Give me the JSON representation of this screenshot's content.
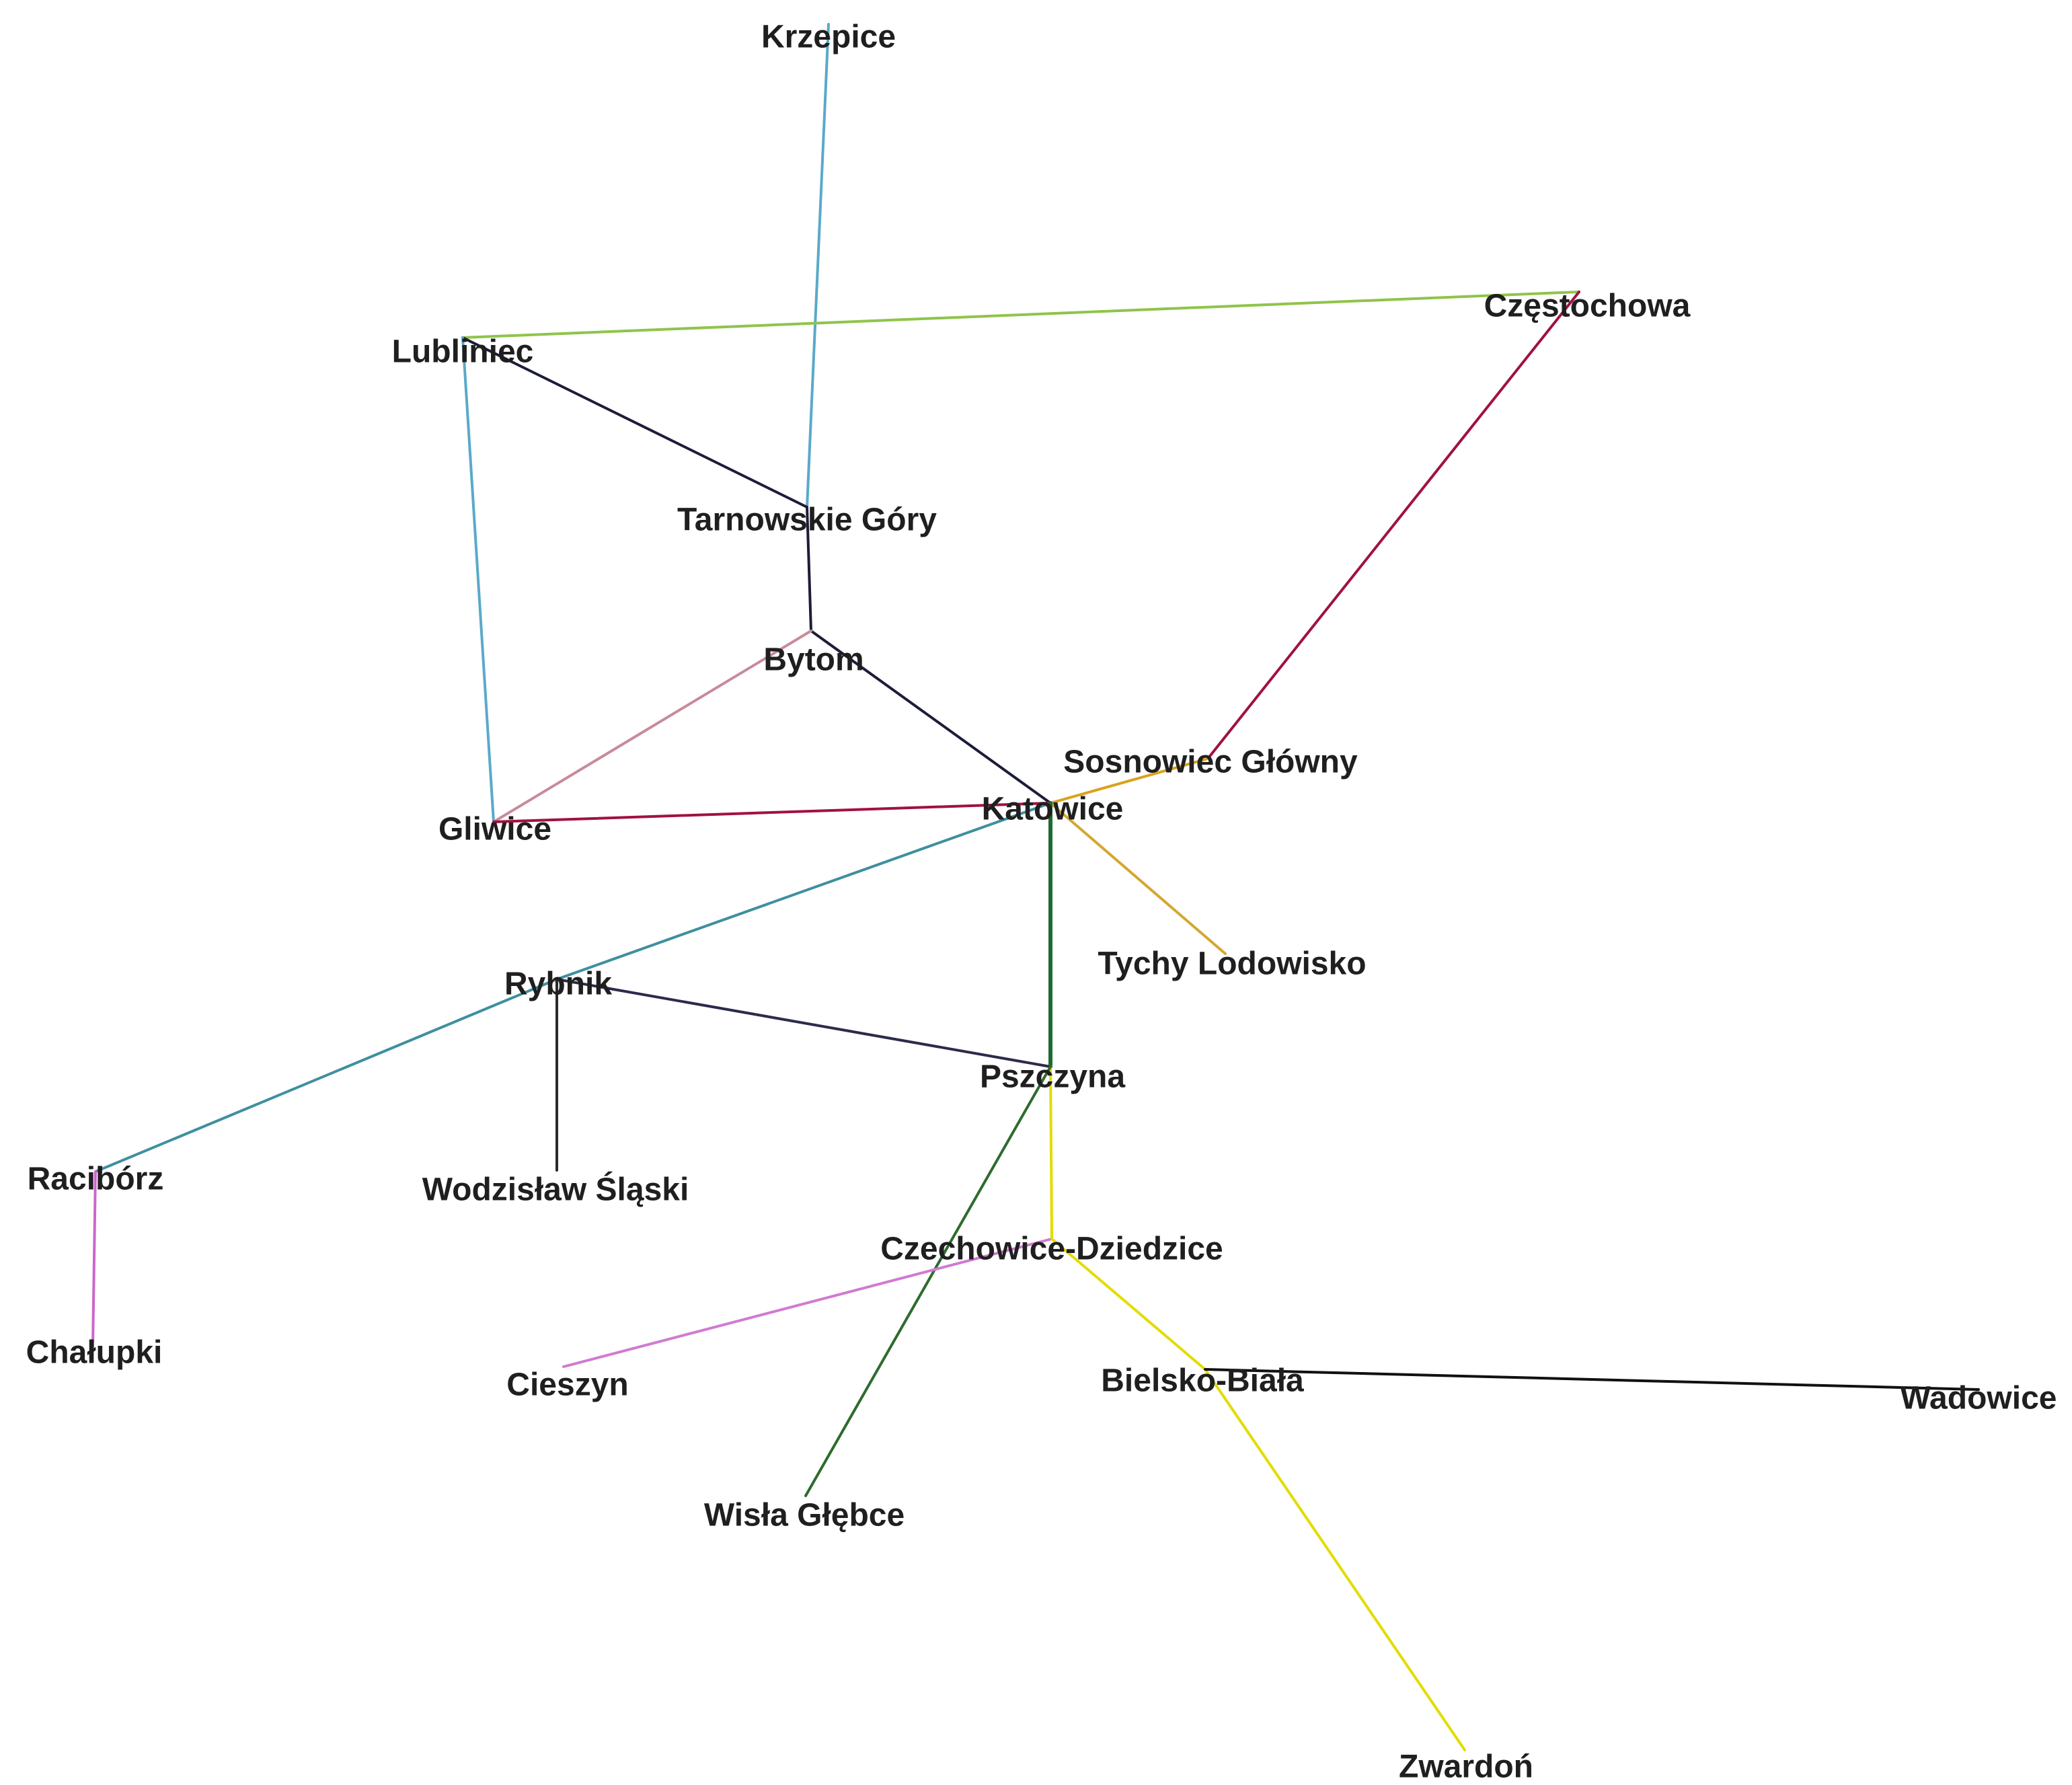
{
  "stations": [
    {
      "id": "krzepice",
      "label": "Krzepice"
    },
    {
      "id": "czestochowa",
      "label": "Częstochowa"
    },
    {
      "id": "lubliniec",
      "label": "Lubliniec"
    },
    {
      "id": "tarnowskie_gory",
      "label": "Tarnowskie Góry"
    },
    {
      "id": "bytom",
      "label": "Bytom"
    },
    {
      "id": "sosnowiec",
      "label": "Sosnowiec Główny"
    },
    {
      "id": "katowice",
      "label": "Katowice"
    },
    {
      "id": "gliwice",
      "label": "Gliwice"
    },
    {
      "id": "tychy",
      "label": "Tychy Lodowisko"
    },
    {
      "id": "rybnik",
      "label": "Rybnik"
    },
    {
      "id": "pszczyna",
      "label": "Pszczyna"
    },
    {
      "id": "raciborz",
      "label": "Racibórz"
    },
    {
      "id": "wodzislaw",
      "label": "Wodzisław Śląski"
    },
    {
      "id": "czechowice",
      "label": "Czechowice-Dziedzice"
    },
    {
      "id": "chalupki",
      "label": "Chałupki"
    },
    {
      "id": "cieszyn",
      "label": "Cieszyn"
    },
    {
      "id": "bielsko",
      "label": "Bielsko-Biała"
    },
    {
      "id": "wadowice",
      "label": "Wadowice"
    },
    {
      "id": "wisla",
      "label": "Wisła Głębce"
    },
    {
      "id": "zwardon",
      "label": "Zwardoń"
    }
  ],
  "links": [
    {
      "from": "krzepice",
      "to": "tarnowskie_gory",
      "color": "#5aa9c9"
    },
    {
      "from": "lubliniec",
      "to": "czestochowa",
      "color": "#8fc44a"
    },
    {
      "from": "lubliniec",
      "to": "tarnowskie_gory",
      "color": "#1c1c3a"
    },
    {
      "from": "lubliniec",
      "to": "gliwice",
      "color": "#5aa9c9"
    },
    {
      "from": "tarnowskie_gory",
      "to": "bytom",
      "color": "#1c1c3a"
    },
    {
      "from": "bytom",
      "to": "katowice",
      "color": "#1c1c3a"
    },
    {
      "from": "bytom",
      "to": "gliwice",
      "color": "#c98a9a"
    },
    {
      "from": "gliwice",
      "to": "katowice",
      "color": "#a0123f"
    },
    {
      "from": "czestochowa",
      "to": "sosnowiec",
      "color": "#a0123f"
    },
    {
      "from": "sosnowiec",
      "to": "katowice",
      "color": "#d9a21b"
    },
    {
      "from": "katowice",
      "to": "tychy",
      "color": "#d4a730"
    },
    {
      "from": "katowice",
      "to": "rybnik",
      "color": "#3f8f9f"
    },
    {
      "from": "katowice",
      "to": "pszczyna",
      "color": "#1f6b2f"
    },
    {
      "from": "rybnik",
      "to": "raciborz",
      "color": "#3f8f9f"
    },
    {
      "from": "rybnik",
      "to": "wodzislaw",
      "color": "#2a2a2a"
    },
    {
      "from": "rybnik",
      "to": "pszczyna",
      "color": "#2b2b4a"
    },
    {
      "from": "pszczyna",
      "to": "czechowice",
      "color": "#e3dc00"
    },
    {
      "from": "pszczyna",
      "to": "wisla",
      "color": "#2e6b2e"
    },
    {
      "from": "czechowice",
      "to": "cieszyn",
      "color": "#d17ad1"
    },
    {
      "from": "czechowice",
      "to": "bielsko",
      "color": "#e3dc00"
    },
    {
      "from": "bielsko",
      "to": "zwardon",
      "color": "#e3dc00"
    },
    {
      "from": "bielsko",
      "to": "wadowice",
      "color": "#111111"
    },
    {
      "from": "raciborz",
      "to": "chalupki",
      "color": "#cc66cc"
    }
  ]
}
